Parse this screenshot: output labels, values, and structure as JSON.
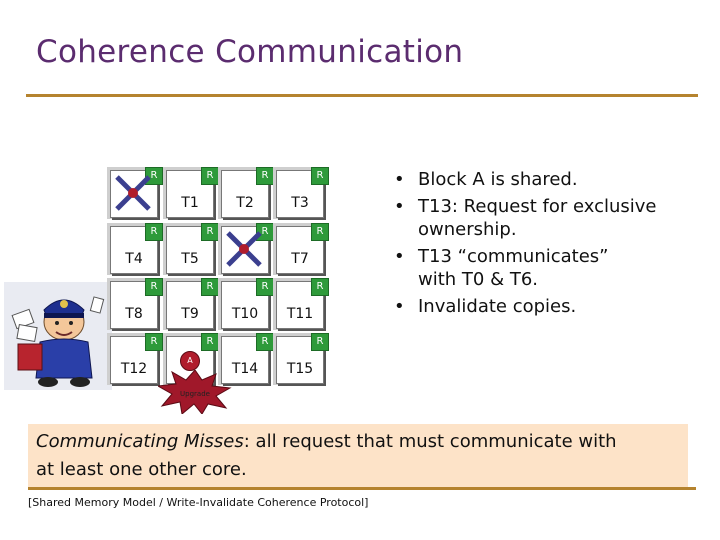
{
  "title": "Coherence Communication",
  "grid": {
    "badge_label": "R",
    "tiles": [
      {
        "label": "",
        "badge": "R",
        "crossed": true
      },
      {
        "label": "T1",
        "badge": "R",
        "crossed": false
      },
      {
        "label": "T2",
        "badge": "R",
        "crossed": false
      },
      {
        "label": "T3",
        "badge": "R",
        "crossed": false
      },
      {
        "label": "T4",
        "badge": "R",
        "crossed": false
      },
      {
        "label": "T5",
        "badge": "R",
        "crossed": false
      },
      {
        "label": "",
        "badge": "R",
        "crossed": true
      },
      {
        "label": "T7",
        "badge": "R",
        "crossed": false
      },
      {
        "label": "T8",
        "badge": "R",
        "crossed": false
      },
      {
        "label": "T9",
        "badge": "R",
        "crossed": false
      },
      {
        "label": "T10",
        "badge": "R",
        "crossed": false
      },
      {
        "label": "T11",
        "badge": "R",
        "crossed": false
      },
      {
        "label": "T12",
        "badge": "R",
        "crossed": false
      },
      {
        "label": "",
        "badge": "R",
        "crossed": false,
        "requester": true,
        "marker": "A"
      },
      {
        "label": "T14",
        "badge": "R",
        "crossed": false
      },
      {
        "label": "T15",
        "badge": "R",
        "crossed": false
      }
    ],
    "upgrade_label": "Upgrade"
  },
  "bullets": [
    {
      "lines": [
        "Block A is shared."
      ]
    },
    {
      "lines": [
        "T13: Request for exclusive",
        "ownership."
      ]
    },
    {
      "lines": [
        "T13 “communicates”",
        "with T0 & T6."
      ]
    },
    {
      "lines": [
        "Invalidate copies."
      ]
    }
  ],
  "callout": {
    "term": "Communicating Misses",
    "text_line1": ": all request that must communicate with",
    "text_line2": "at least one other core."
  },
  "footnote": "[Shared Memory Model / Write-Invalidate Coherence Protocol]",
  "colors": {
    "title": "#5b2c6f",
    "rule": "#b5832e",
    "badge": "#2e9a3a",
    "callout_bg": "#fde3c8",
    "cross": "#3b3f8f",
    "burst": "#a0182a"
  }
}
